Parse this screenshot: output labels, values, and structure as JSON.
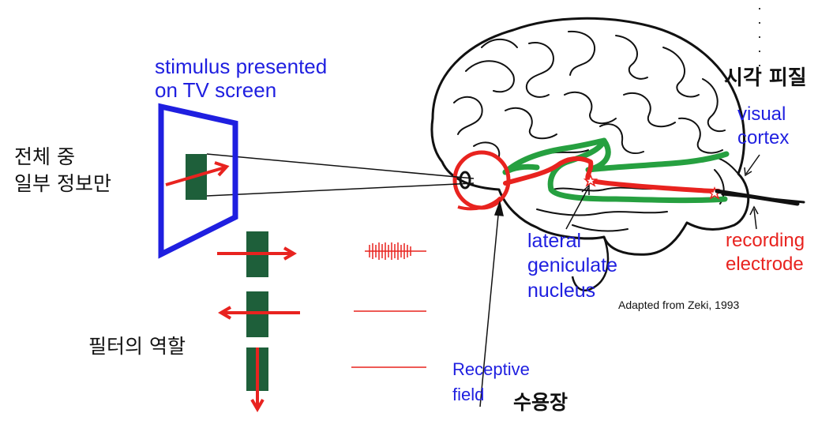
{
  "labels": {
    "stimulus_line1": "stimulus presented",
    "stimulus_line2": "on TV screen",
    "whole_line1": "전체 중",
    "whole_line2": "일부 정보만",
    "filter_role": "필터의 역할",
    "visual_cortex_kr": "시각 피질",
    "visual_line1": "visual",
    "visual_line2": "cortex",
    "lgn_line1": "lateral",
    "lgn_line2": "geniculate",
    "lgn_line3": "nucleus",
    "recording_line1": "recording",
    "recording_line2": "electrode",
    "receptive_line1": "Receptive",
    "receptive_line2": "field",
    "receptive_kr": "수용장",
    "citation": "Adapted from Zeki, 1993"
  },
  "colors": {
    "label_blue": "#1f1fe0",
    "stimulus_red": "#e8231f",
    "bar_green": "#1e5f3a",
    "pathway_green": "#26a040",
    "screen_blue": "#1f1fe0",
    "brain_outline": "#111111"
  }
}
